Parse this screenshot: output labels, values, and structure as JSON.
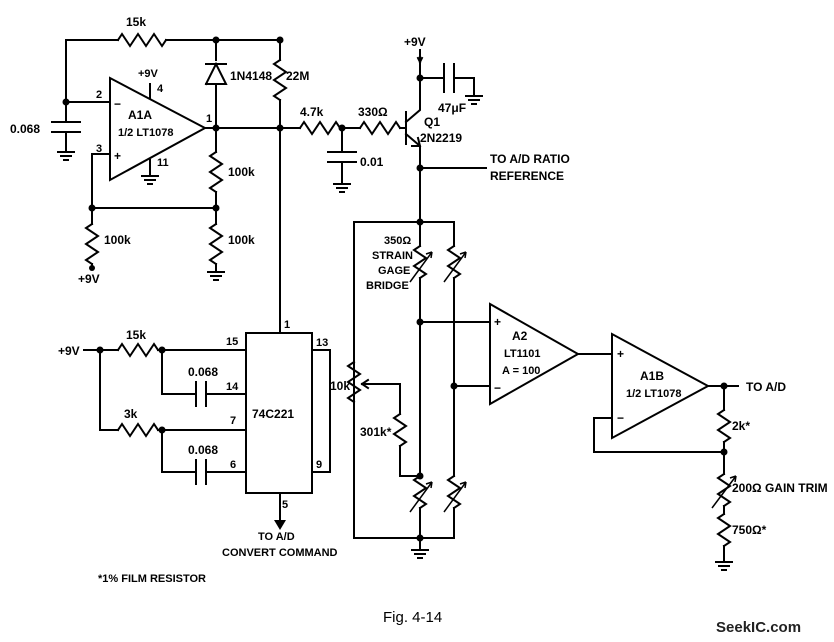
{
  "caption": "Fig. 4-14",
  "watermark": "SeekIC.com",
  "footnote": "*1% FILM RESISTOR",
  "opamps": {
    "a1a": {
      "name": "A1A",
      "part": "1/2 LT1078",
      "pin_out": "1",
      "pin_inv": "2",
      "pin_noninv": "3",
      "pin_vplus": "4",
      "pin_gnd": "11",
      "supply": "+9V"
    },
    "a2": {
      "name": "A2",
      "part": "LT1101",
      "gain": "A = 100"
    },
    "a1b": {
      "name": "A1B",
      "part": "1/2 LT1078"
    }
  },
  "ic_74c221": {
    "name": "74C221",
    "pins": {
      "p1": "1",
      "p15": "15",
      "p14": "14",
      "p7": "7",
      "p6": "6",
      "p5": "5",
      "p13": "13",
      "p9": "9"
    }
  },
  "transistor": {
    "name": "Q1",
    "part": "2N2219"
  },
  "diode": {
    "part": "1N4148"
  },
  "components": {
    "r_feedback": "15k",
    "c_inv": "0.068",
    "r_22m": "22M",
    "r_100k_a": "100k",
    "r_100k_b": "100k",
    "r_100k_c": "100k",
    "r_4k7": "4.7k",
    "r_330": "330Ω",
    "c_001": "0.01",
    "c_47uf": "47μF",
    "r_15k_timer": "15k",
    "c_0068_a": "0.068",
    "r_3k": "3k",
    "c_0068_b": "0.068",
    "pot_10k": "10k",
    "r_301k": "301k*",
    "bridge": "350Ω\nSTRAIN\nGAGE\nBRIDGE",
    "r_2k": "2k*",
    "r_200_trim": "200Ω GAIN TRIM",
    "r_750": "750Ω*"
  },
  "labels": {
    "supply_q1": "+9V",
    "supply_left_bottom": "+9V",
    "supply_timer": "+9V",
    "ratio_ref_line1": "TO A/D RATIO",
    "ratio_ref_line2": "REFERENCE",
    "convert_line1": "TO A/D",
    "convert_line2": "CONVERT COMMAND",
    "out_to_ad": "TO A/D",
    "bridge_line1": "350Ω",
    "bridge_line2": "STRAIN",
    "bridge_line3": "GAGE",
    "bridge_line4": "BRIDGE",
    "plus": "+",
    "minus": "−"
  }
}
